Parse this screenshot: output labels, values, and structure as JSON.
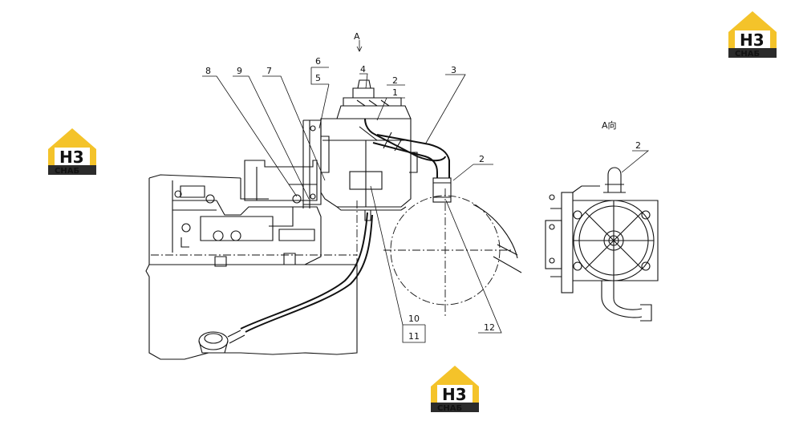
{
  "view_marks": {
    "top_arrow": "A",
    "side_view": "A向"
  },
  "callouts": [
    {
      "id": "c1",
      "label": "1"
    },
    {
      "id": "c2a",
      "label": "2"
    },
    {
      "id": "c2b",
      "label": "2"
    },
    {
      "id": "c2c",
      "label": "2"
    },
    {
      "id": "c3",
      "label": "3"
    },
    {
      "id": "c4",
      "label": "4"
    },
    {
      "id": "c5",
      "label": "5"
    },
    {
      "id": "c6",
      "label": "6"
    },
    {
      "id": "c7",
      "label": "7"
    },
    {
      "id": "c8",
      "label": "8"
    },
    {
      "id": "c9",
      "label": "9"
    },
    {
      "id": "c10",
      "label": "10"
    },
    {
      "id": "c11",
      "label": "11"
    },
    {
      "id": "c12",
      "label": "12"
    }
  ],
  "watermarks": [
    {
      "id": "wm-top-right",
      "line1": "H3",
      "line2": "СНАБ"
    },
    {
      "id": "wm-left",
      "line1": "H3",
      "line2": "СНАБ"
    },
    {
      "id": "wm-bottom",
      "line1": "H3",
      "line2": "СНАБ"
    }
  ],
  "colors": {
    "line": "#111111",
    "watermark_yellow": "#f4c32a",
    "watermark_dark": "#2b2b2b"
  }
}
